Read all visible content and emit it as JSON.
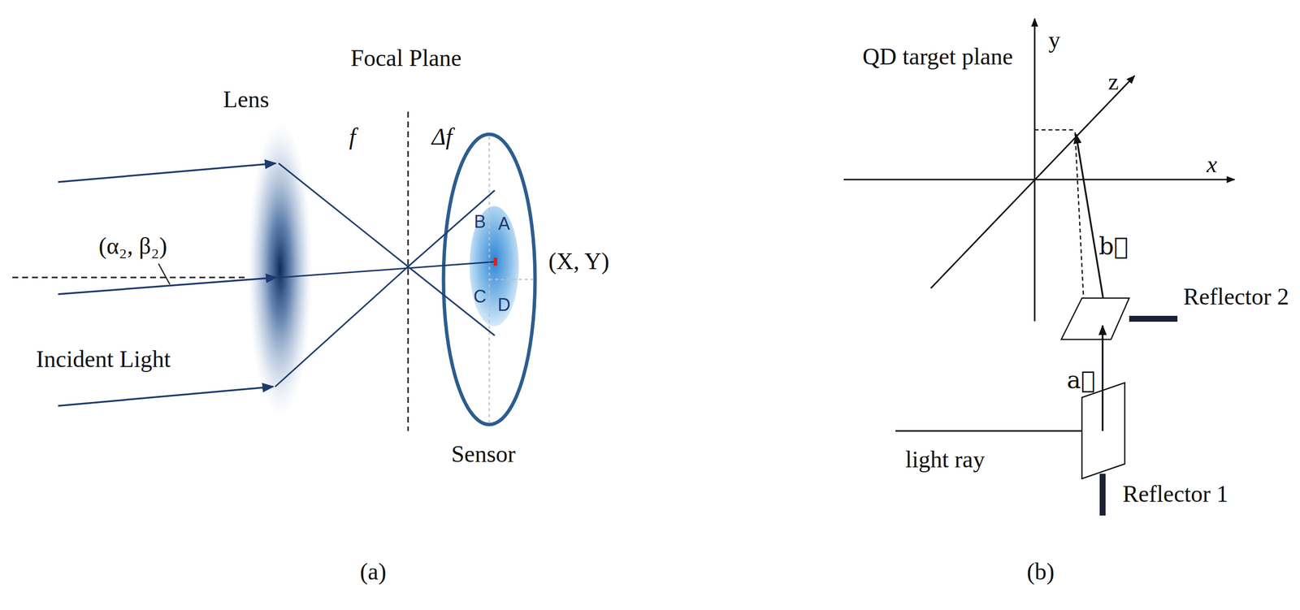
{
  "diagram": {
    "labels": [
      "Focal Plane",
      "Lens",
      "f",
      "Δf",
      "(α₂, β₂)",
      "(X, Y)",
      "B",
      "A",
      "C",
      "D",
      "Incident Light",
      "Sensor",
      "(a)",
      "QD target plane",
      "y",
      "z",
      "x",
      "b⃗",
      "Reflector 2",
      "a⃗",
      "light ray",
      "Reflector 1",
      "(b)"
    ]
  }
}
